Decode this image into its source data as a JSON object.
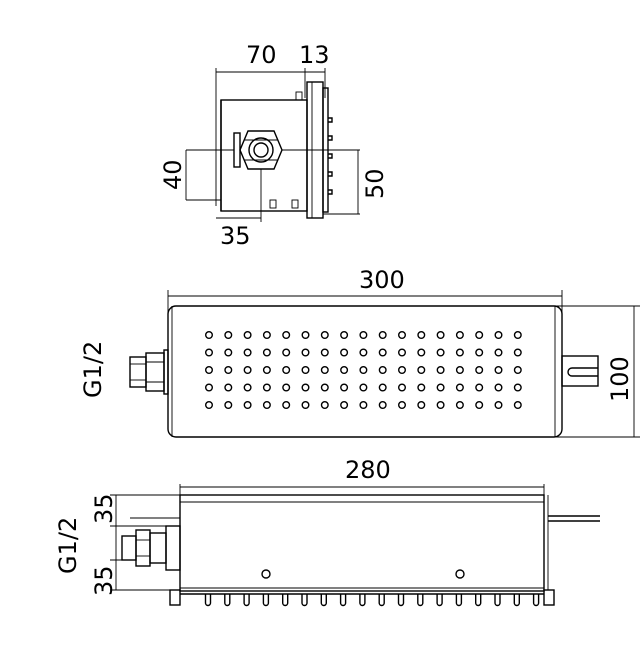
{
  "side_view": {
    "dim_depth": "70",
    "dim_flange": "13",
    "dim_height": "40",
    "dim_offset": "35",
    "dim_outer": "50"
  },
  "top_view": {
    "dim_length": "300",
    "dim_width": "100",
    "thread_label": "G1/2",
    "holes": {
      "rows": 5,
      "cols": 17
    }
  },
  "front_view": {
    "dim_length": "280",
    "dim_upper": "35",
    "dim_lower": "35",
    "thread_label": "G1/2",
    "nozzles": 18
  }
}
